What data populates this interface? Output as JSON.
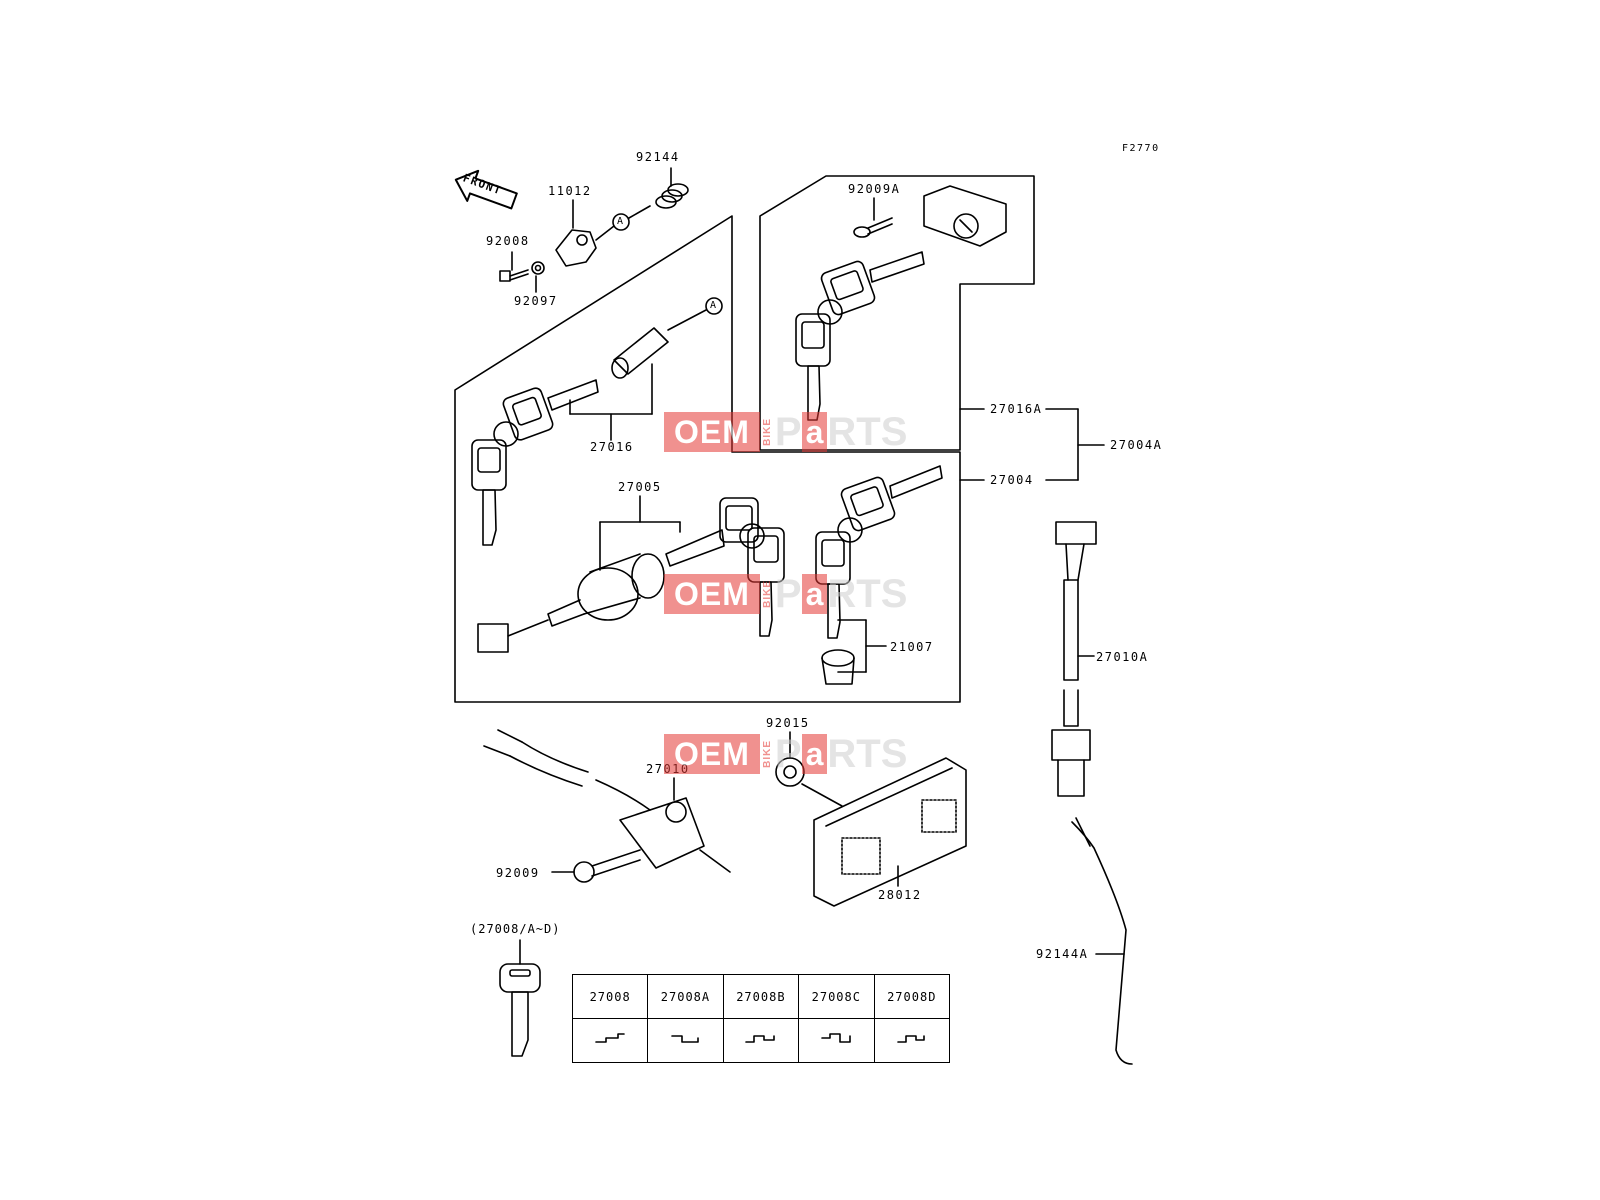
{
  "figure_code": "F2770",
  "front_label": "FRONT",
  "callout_letter": "A",
  "parts": {
    "p92144": "92144",
    "p11012": "11012",
    "p92008": "92008",
    "p92097": "92097",
    "p92009A": "92009A",
    "p27016": "27016",
    "p27016A": "27016A",
    "p27004A": "27004A",
    "p27004": "27004",
    "p27005": "27005",
    "p21007": "21007",
    "p27010A": "27010A",
    "p92015": "92015",
    "p27010": "27010",
    "p92009": "92009",
    "p28012": "28012",
    "p92144A": "92144A",
    "p27008_group": "(27008/A~D)"
  },
  "key_codes": [
    "27008",
    "27008A",
    "27008B",
    "27008C",
    "27008D"
  ],
  "watermark": {
    "oem": "OEM",
    "bike": "BIKE",
    "p": "P",
    "a": "a",
    "rts": "RTS"
  }
}
